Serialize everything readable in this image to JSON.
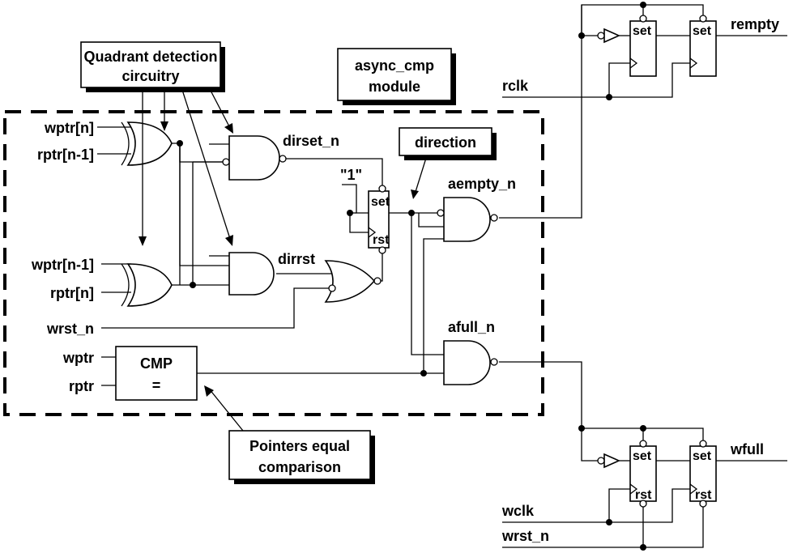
{
  "inputs": {
    "wptr_n": "wptr[n]",
    "rptr_n1": "rptr[n-1]",
    "wptr_n1": "wptr[n-1]",
    "rptr_n": "rptr[n]",
    "wrst_n": "wrst_n",
    "wptr": "wptr",
    "rptr": "rptr"
  },
  "signals": {
    "dirset_n": "dirset_n",
    "dirrst": "dirrst",
    "aempty_n": "aempty_n",
    "afull_n": "afull_n",
    "one": "\"1\"",
    "rclk": "rclk",
    "rempty": "rempty",
    "wclk": "wclk",
    "wrst_n_bottom": "wrst_n",
    "wfull": "wfull"
  },
  "callouts": {
    "quadrant_line1": "Quadrant detection",
    "quadrant_line2": "circuitry",
    "module_line1": "async_cmp",
    "module_line2": "module",
    "direction": "direction",
    "pointers_line1": "Pointers equal",
    "pointers_line2": "comparison"
  },
  "cmp": {
    "line1": "CMP",
    "line2": "="
  },
  "flipflops": {
    "set": "set",
    "rst": "rst"
  }
}
